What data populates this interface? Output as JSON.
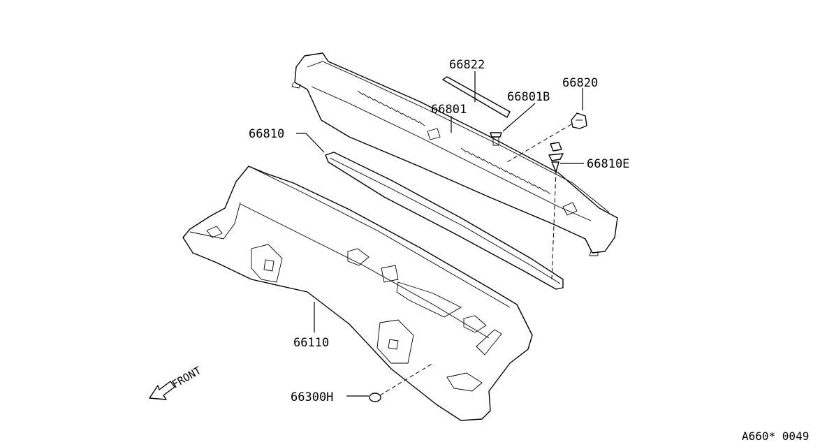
{
  "parts": {
    "p66822": "66822",
    "p66820": "66820",
    "p66801B": "66801B",
    "p66801": "66801",
    "p66810": "66810",
    "p66810E": "66810E",
    "p66110": "66110",
    "p66300H": "66300H"
  },
  "front_label": "FRONT",
  "diagram_code": "A660* 0049"
}
